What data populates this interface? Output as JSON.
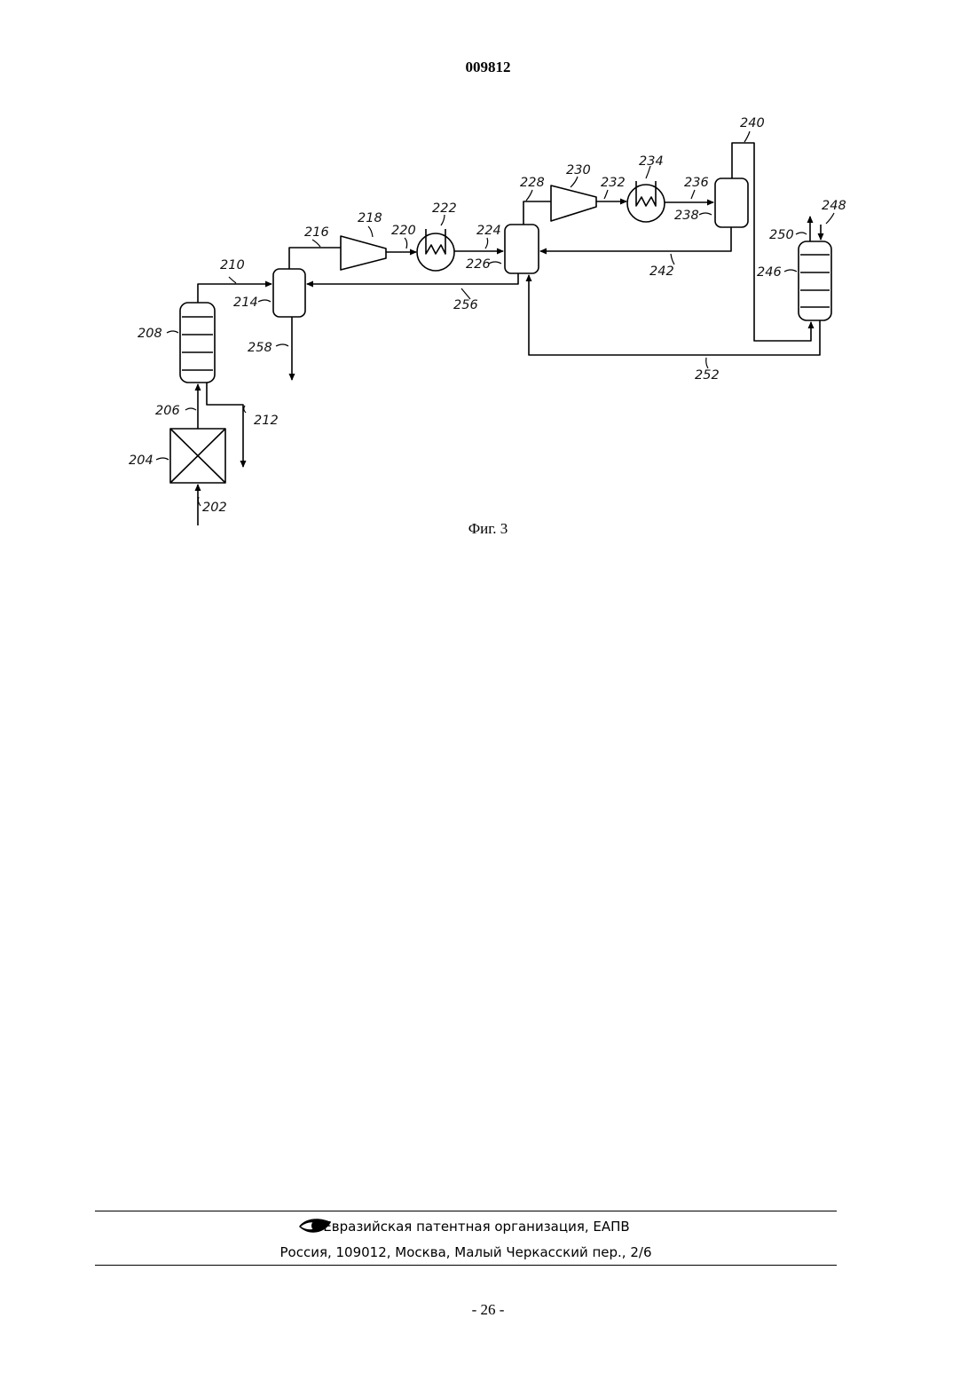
{
  "header": {
    "doc_number": "009812"
  },
  "figure": {
    "caption": "Фиг. 3",
    "labels": {
      "l202": "202",
      "l204": "204",
      "l206": "206",
      "l208": "208",
      "l210": "210",
      "l212": "212",
      "l214": "214",
      "l216": "216",
      "l218": "218",
      "l220": "220",
      "l222": "222",
      "l224": "224",
      "l226": "226",
      "l228": "228",
      "l230": "230",
      "l232": "232",
      "l234": "234",
      "l236": "236",
      "l238": "238",
      "l240": "240",
      "l242": "242",
      "l246": "246",
      "l248": "248",
      "l250": "250",
      "l252": "252",
      "l256": "256",
      "l258": "258"
    }
  },
  "footer": {
    "logo_icon": "eapv-eye-logo-icon",
    "org_name": "Евразийская патентная организация, ЕАПВ",
    "address": "Россия, 109012, Москва, Малый Черкасский пер., 2/6"
  },
  "page": {
    "number": "- 26 -"
  }
}
